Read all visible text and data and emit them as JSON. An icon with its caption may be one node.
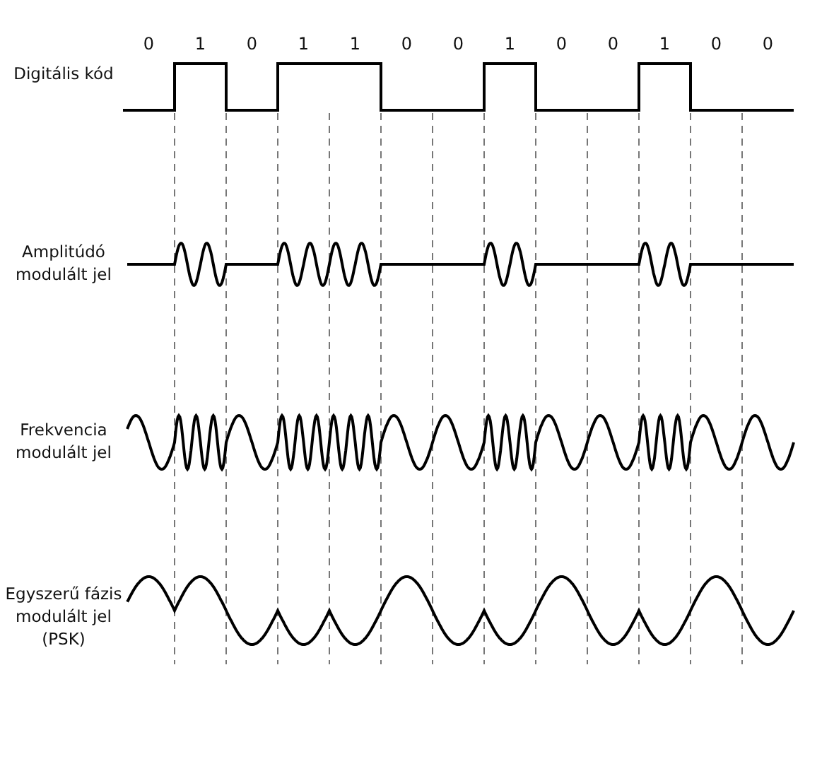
{
  "diagram": {
    "labels": [
      "0",
      "1",
      "0",
      "1",
      "1",
      "0",
      "0",
      "1",
      "0",
      "0",
      "1",
      "0",
      "0",
      "Digitális kód",
      "Amplitúdó modulált jel",
      "Frekvencia modulált jel",
      "Egyszerű fázis modulált jel (PSK)"
    ]
  }
}
